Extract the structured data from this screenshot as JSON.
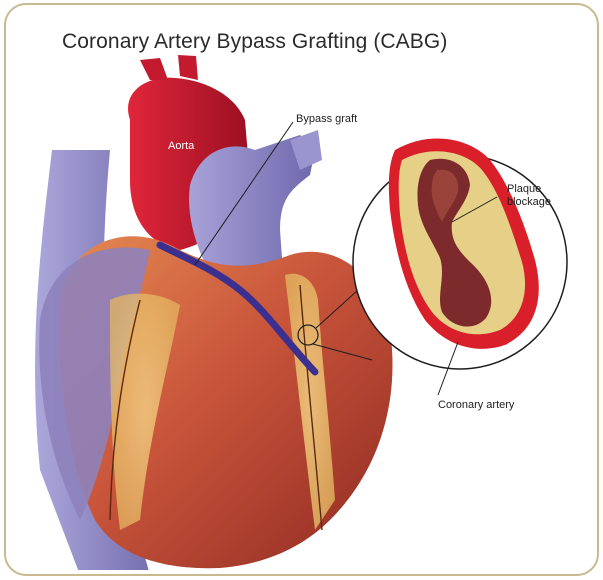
{
  "title": "Coronary Artery Bypass Grafting (CABG)",
  "labels": {
    "aorta": "Aorta",
    "bypass_graft": "Bypass graft",
    "plaque_line1": "Plaque",
    "plaque_line2": "blockage",
    "coronary_artery": "Coronary artery"
  },
  "colors": {
    "frame_border": "#c9b98f",
    "heart_muscle": "#c8553a",
    "aorta_red": "#c8182f",
    "vein_blue": "#8d86c4",
    "graft_purple": "#3b2f8f",
    "artery_wall": "#d81f2a",
    "plaque": "#e6cf86"
  }
}
